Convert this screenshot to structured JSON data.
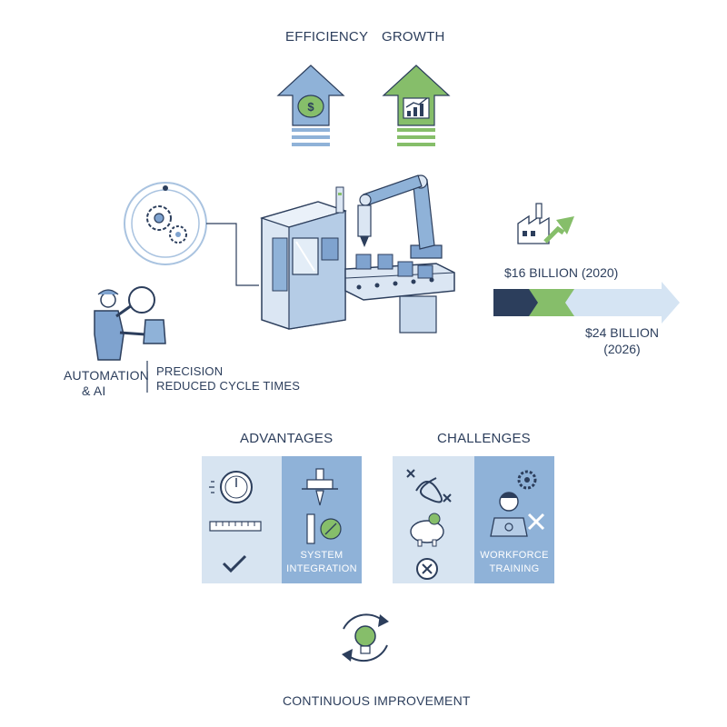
{
  "top": {
    "efficiency_label": "EFFICIENCY",
    "growth_label": "GROWTH"
  },
  "left": {
    "automation_line1": "AUTOMATION",
    "automation_line2": "& AI",
    "precision": "PRECISION",
    "reduced": "REDUCED CYCLE TIMES"
  },
  "market": {
    "value_2020": "$16 BILLION",
    "year_2020": "(2020)",
    "value_2026": "$24 BILLION",
    "year_2026": "(2026)"
  },
  "advantages": {
    "title": "ADVANTAGES",
    "panel_line1": "SYSTEM",
    "panel_line2": "INTEGRATION"
  },
  "challenges": {
    "title": "CHALLENGES",
    "panel_line1": "WORKFORCE",
    "panel_line2": "TRAINING"
  },
  "footer": {
    "label": "CONTINUOUS IMPROVEMENT"
  },
  "colors": {
    "navy": "#2c3e5c",
    "blue": "#7fa3cf",
    "light_blue": "#cfdff0",
    "green": "#86be6a",
    "pale_blue": "#e3edf7"
  }
}
